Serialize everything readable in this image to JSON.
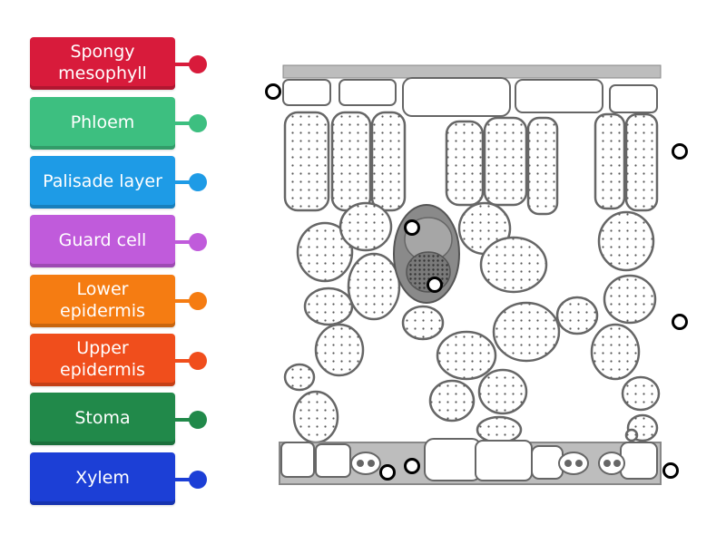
{
  "labels": [
    {
      "text": "Spongy\nmesophyll",
      "color": "#d81b3b"
    },
    {
      "text": "Phloem",
      "color": "#3dbf80"
    },
    {
      "text": "Palisade layer",
      "color": "#1e9be6"
    },
    {
      "text": "Guard cell",
      "color": "#c05bdb"
    },
    {
      "text": "Lower\nepidermis",
      "color": "#f57c12"
    },
    {
      "text": "Upper\nepidermis",
      "color": "#f04e1c"
    },
    {
      "text": "Stoma",
      "color": "#21894a"
    },
    {
      "text": "Xylem",
      "color": "#1c3fd6"
    }
  ],
  "diagram": {
    "subject": "leaf-cross-section",
    "targets": 8
  }
}
